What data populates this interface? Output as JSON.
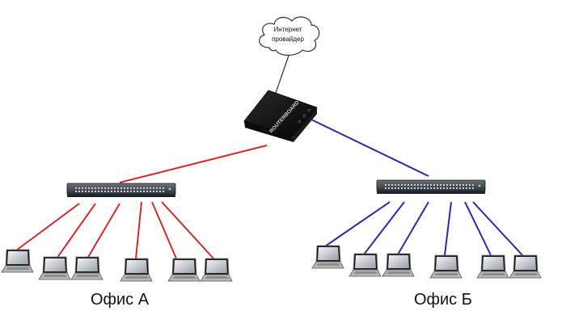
{
  "cloud": {
    "line1": "Интернет",
    "line2": "провайдер"
  },
  "router": {
    "brand": "ROUTERBOARD"
  },
  "offices": [
    {
      "label": "Офис А",
      "link_color": "#d42a2a"
    },
    {
      "label": "Офис Б",
      "link_color": "#2a2aa8"
    }
  ],
  "colors": {
    "office_a_link": "#d42a2a",
    "office_b_link": "#2a2aa8",
    "uplink": "#333333",
    "device_dark": "#1a1a1a",
    "switch_body": "#3b3f49"
  },
  "icons": {
    "cloud": "cloud-icon",
    "router": "router-icon",
    "switch": "switch-icon",
    "laptop": "laptop-icon"
  }
}
